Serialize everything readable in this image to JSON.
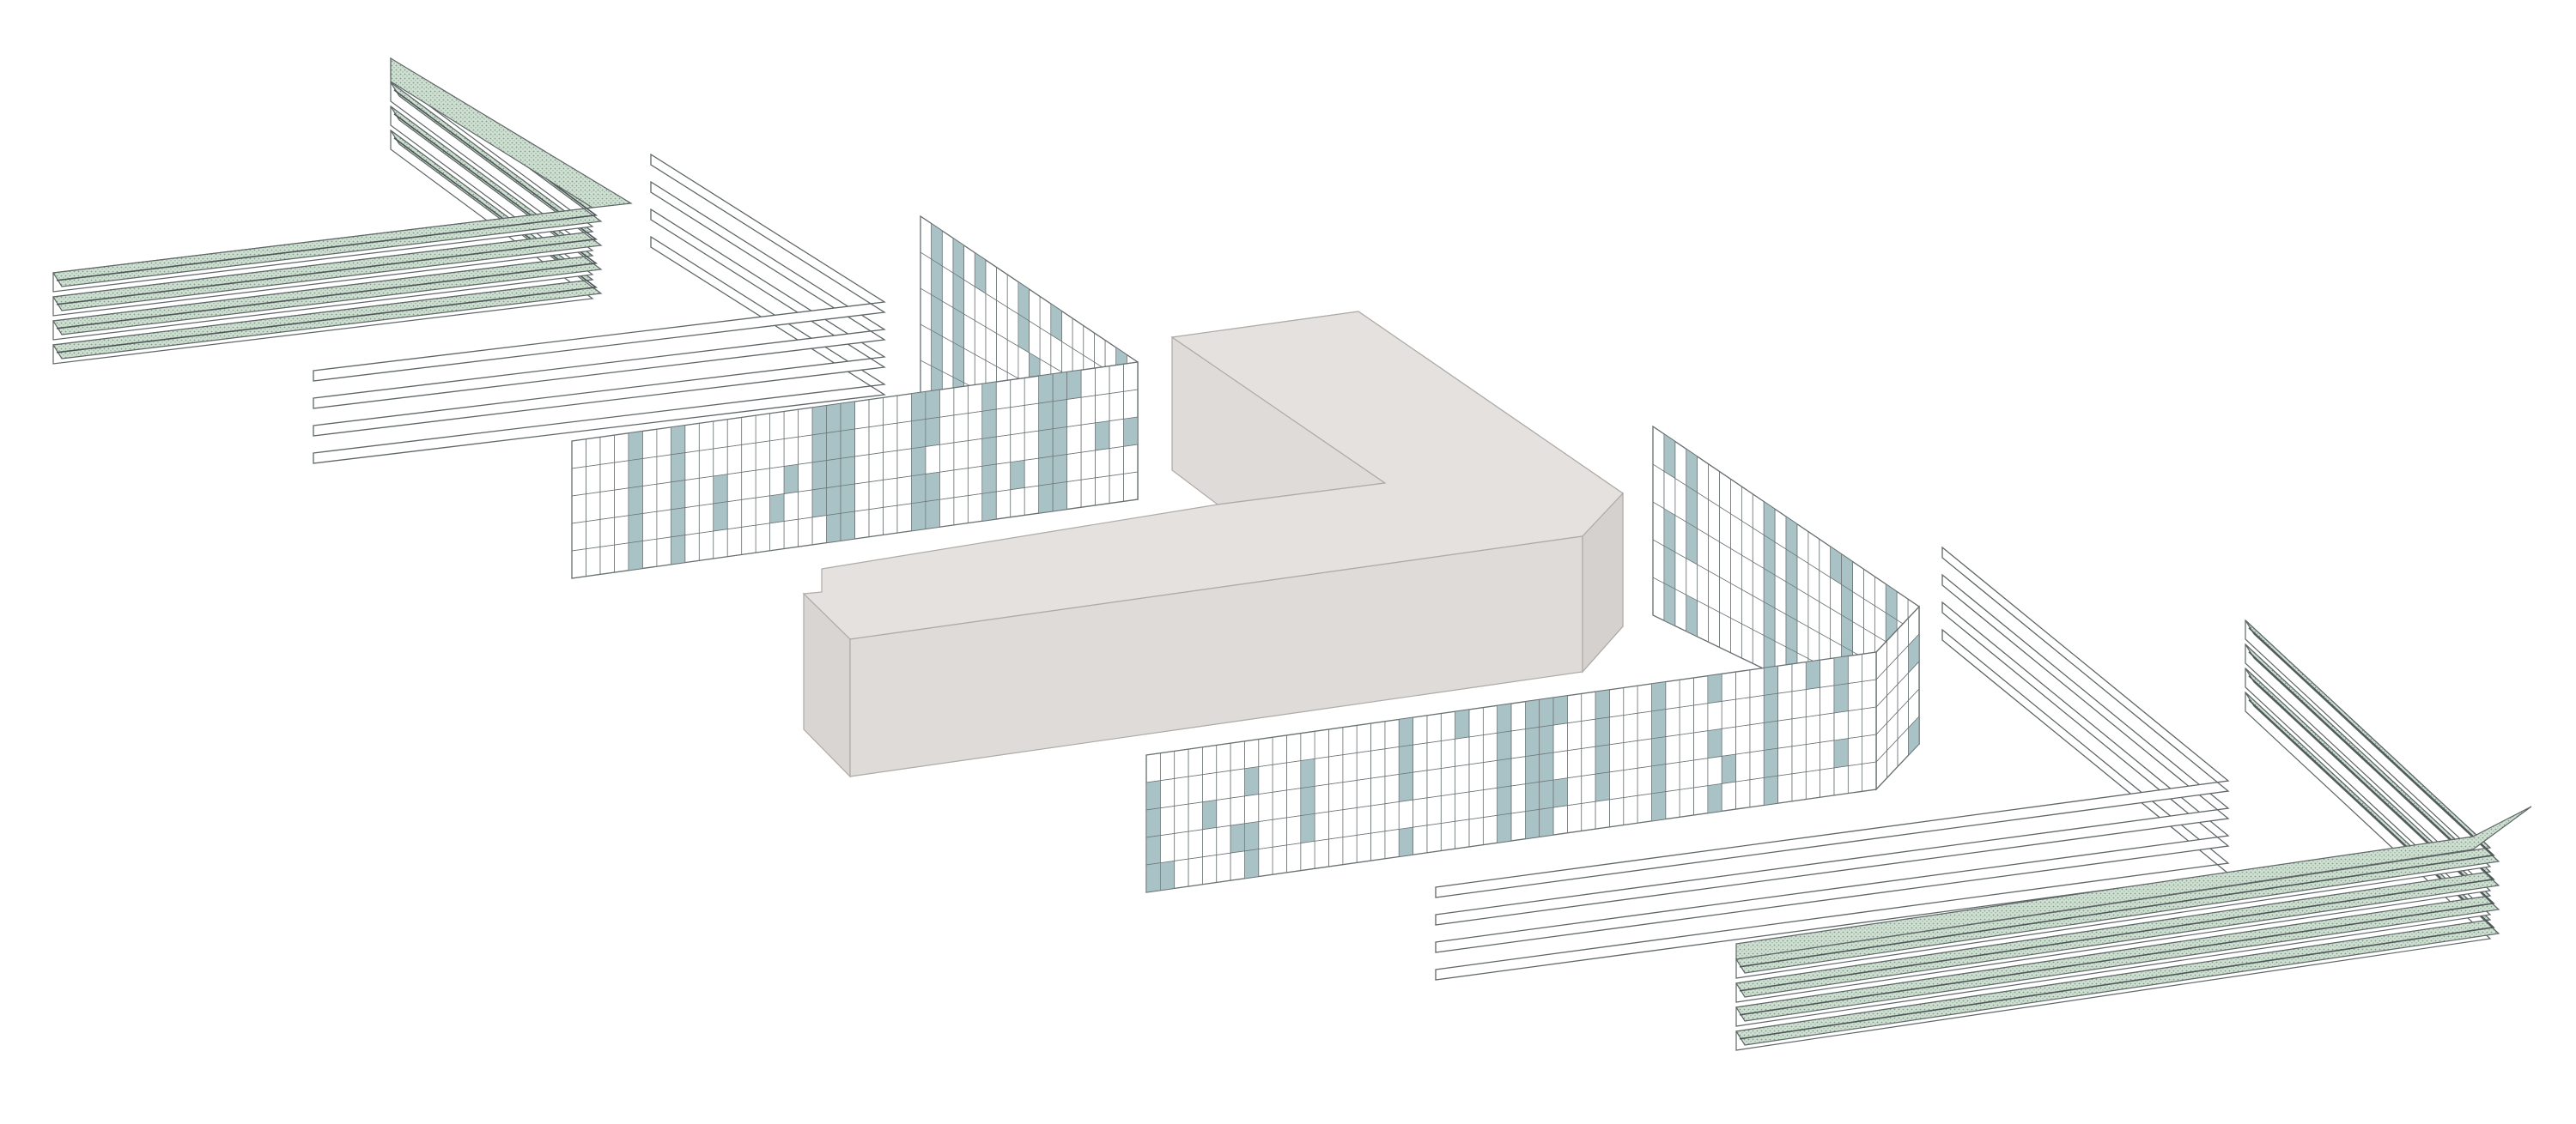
{
  "diagram": {
    "type": "exploded-axonometric",
    "colors": {
      "background": "#ffffff",
      "line": "#5f6668",
      "mass_fill": "#dedbd8",
      "mass_top": "#e4e1de",
      "mass_stroke": "#aeaaa6",
      "glass_fill": "#a9c2c6",
      "panel_fill": "#ffffff",
      "dotted_fill": "#cfe0d2",
      "dotted_dot": "#7f9a86"
    },
    "components": [
      {
        "id": "cladding-upper",
        "kind": "dotted-louvres",
        "bands": 4
      },
      {
        "id": "slab-edges-upper",
        "kind": "open-slabs",
        "bands": 4
      },
      {
        "id": "facade-grid-upper",
        "kind": "glazed-grid",
        "floors": 5
      },
      {
        "id": "building-mass",
        "kind": "solid-massing"
      },
      {
        "id": "facade-grid-lower",
        "kind": "glazed-grid",
        "floors": 5
      },
      {
        "id": "slab-edges-lower",
        "kind": "open-slabs",
        "bands": 4
      },
      {
        "id": "cladding-lower",
        "kind": "dotted-louvres",
        "bands": 4
      }
    ]
  }
}
